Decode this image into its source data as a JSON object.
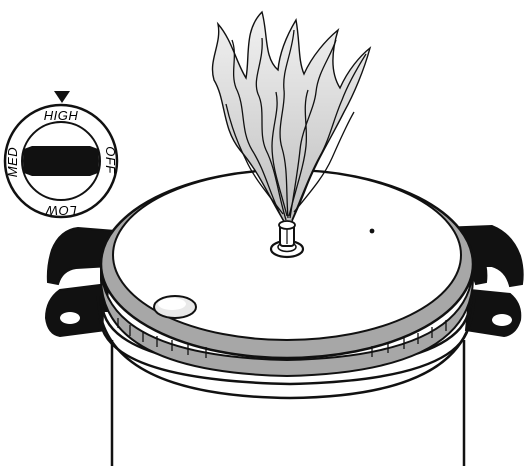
{
  "dial": {
    "labels": {
      "high": "HIGH",
      "med": "MED",
      "off": "OFF",
      "low": "LOW"
    },
    "selected": "HIGH",
    "indicator_icon": "down-triangle-icon"
  },
  "colors": {
    "line": "#111111",
    "lid_rim": "#a7a7a7",
    "lid_top": "#ffffff",
    "steam_light": "#e8e8e8",
    "steam_dark": "#b9b9b9",
    "handle": "#111111",
    "window": "#e9e9e9"
  }
}
